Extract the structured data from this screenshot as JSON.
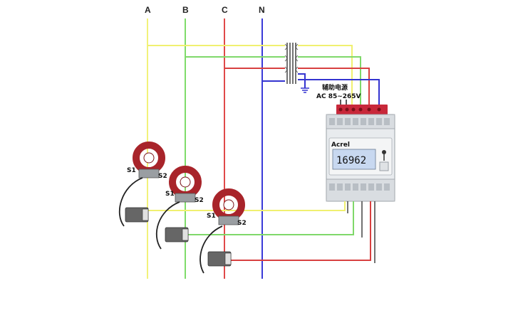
{
  "phases": [
    {
      "label": "A",
      "color": "#f2f27a"
    },
    {
      "label": "B",
      "color": "#7fdc6a"
    },
    {
      "label": "C",
      "color": "#e04a4a"
    },
    {
      "label": "N",
      "color": "#3a3ad8"
    }
  ],
  "aux_power": {
    "title": "辅助电源",
    "range": "AC 85~265V"
  },
  "meter": {
    "brand": "Acrel",
    "display": "16962"
  },
  "current_transformers": [
    {
      "s1": "S1",
      "s2": "S2"
    },
    {
      "s1": "S1",
      "s2": "S2"
    },
    {
      "s1": "S1",
      "s2": "S2"
    }
  ],
  "colors": {
    "yellow": "#f0f070",
    "green": "#7fd86a",
    "red": "#d84040",
    "blue": "#3434d0",
    "ct_red": "#a8242a",
    "terminal_red": "#c8283a",
    "meter_body": "#e8ebee",
    "lcd": "#c8d8f0"
  },
  "icons": [
    "ground-icon",
    "transformer-icon",
    "key-icon"
  ]
}
